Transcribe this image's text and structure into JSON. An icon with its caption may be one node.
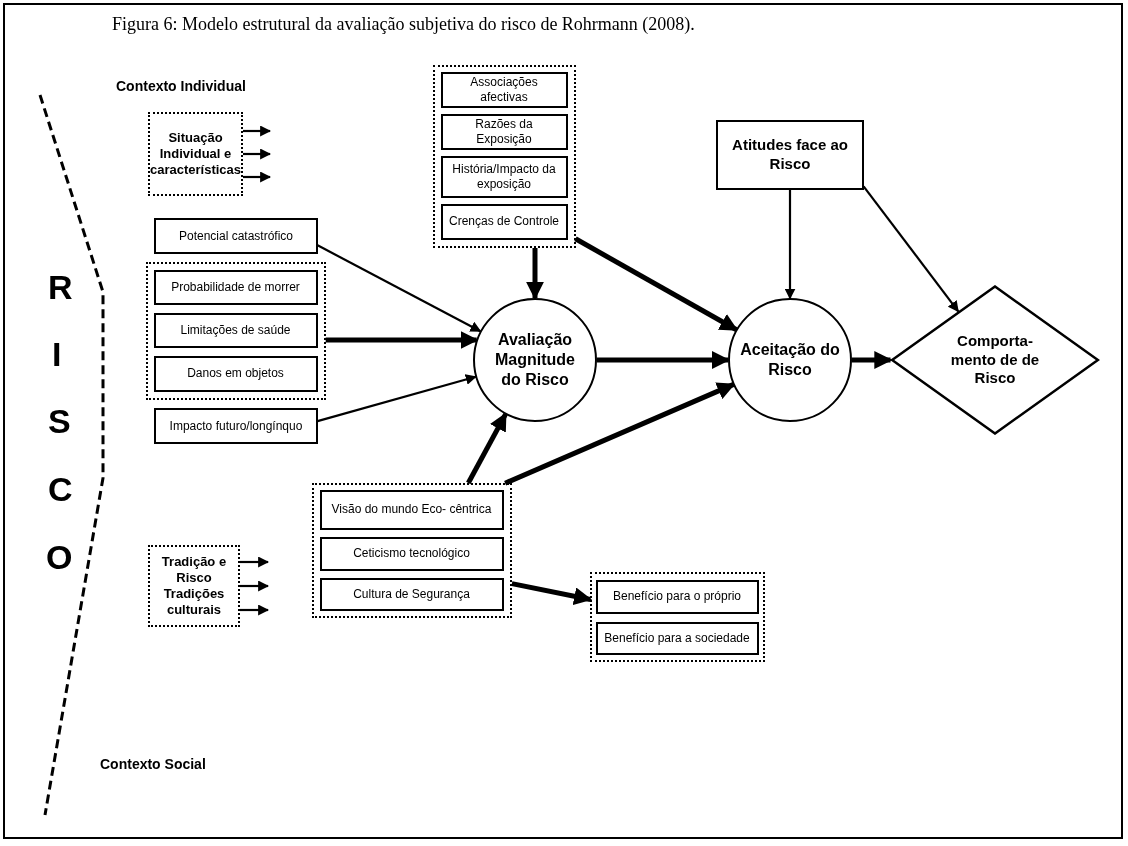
{
  "diagram": {
    "title": "Figura 6: Modelo estrutural da avaliação subjetiva do risco de Rohrmann (2008).",
    "nodes": [
      {
        "text": [
          "Situação Individual e características"
        ]
      },
      {
        "text": [],
        "shape": "box"
      },
      {
        "text": [
          "Associações afectivas"
        ],
        "in": 1
      },
      {
        "text": [
          "Razões da Exposição"
        ],
        "in": 1
      },
      {
        "text": [
          "História/Impacto da exposição"
        ],
        "in": 1
      },
      {
        "text": [
          "Crenças de Controle"
        ],
        "in": 1
      },
      {
        "text": [
          "Atitudes face ao Risco"
        ]
      },
      {
        "text": [
          "Potencial catastrófico"
        ]
      },
      {
        "text": [],
        "shape": "box"
      },
      {
        "text": [
          "Probabilidade de morrer"
        ],
        "in": 8
      },
      {
        "text": [
          "Limitações de saúde"
        ],
        "in": 8
      },
      {
        "text": [
          "Danos em objetos"
        ],
        "in": 8
      },
      {
        "text": [
          "Avaliação Magnitude do Risco"
        ]
      },
      {
        "text": [
          "Aceitação do Risco"
        ]
      },
      {
        "text": [
          "Comporta- mento de de Risco"
        ]
      },
      {
        "text": [
          "Impacto futuro/longínquo"
        ]
      },
      {
        "text": [
          "Tradição e Risco Tradições culturais"
        ]
      },
      {
        "text": [],
        "shape": "box"
      },
      {
        "text": [
          "Visão do mundo Eco- cêntrica"
        ],
        "in": 17
      },
      {
        "text": [
          "Ceticismo tecnológico"
        ],
        "in": 17
      },
      {
        "text": [
          "Cultura de Segurança"
        ],
        "in": 17
      },
      {
        "text": [],
        "shape": "box"
      },
      {
        "text": [
          "Benefício para o próprio"
        ],
        "in": 21
      },
      {
        "text": [
          "Benefício para a sociedade"
        ],
        "in": 21
      }
    ],
    "edges": [
      {
        "from": 0,
        "to": null,
        "arrow": "to"
      },
      {
        "from": 0,
        "to": null,
        "arrow": "to"
      },
      {
        "from": 0,
        "to": null,
        "arrow": "to"
      },
      {
        "from": 1,
        "to": 12,
        "arrow": "to",
        "style": "thick"
      },
      {
        "from": 7,
        "to": 12,
        "arrow": "to"
      },
      {
        "from": 8,
        "to": 12,
        "arrow": "to",
        "style": "thick"
      },
      {
        "from": 15,
        "to": 12,
        "arrow": "to"
      },
      {
        "from": 17,
        "to": 12,
        "arrow": "to",
        "style": "thick"
      },
      {
        "from": 12,
        "to": 13,
        "arrow": "to",
        "style": "thick"
      },
      {
        "from": 1,
        "to": 13,
        "arrow": "to",
        "style": "thick"
      },
      {
        "from": 6,
        "to": 13,
        "arrow": "to"
      },
      {
        "from": 6,
        "to": 14,
        "arrow": "to"
      },
      {
        "from": 17,
        "to": 13,
        "arrow": "to",
        "style": "thick"
      },
      {
        "from": 13,
        "to": 14,
        "arrow": "to",
        "style": "thick"
      },
      {
        "from": 17,
        "to": 21,
        "arrow": "to",
        "style": "thick"
      },
      {
        "from": 16,
        "to": null,
        "arrow": "to"
      },
      {
        "from": 16,
        "to": null,
        "arrow": "to"
      },
      {
        "from": 16,
        "to": null,
        "arrow": "to"
      }
    ],
    "labels": [
      "Contexto Individual",
      "R",
      "I",
      "S",
      "C",
      "O",
      "Contexto Social"
    ]
  }
}
